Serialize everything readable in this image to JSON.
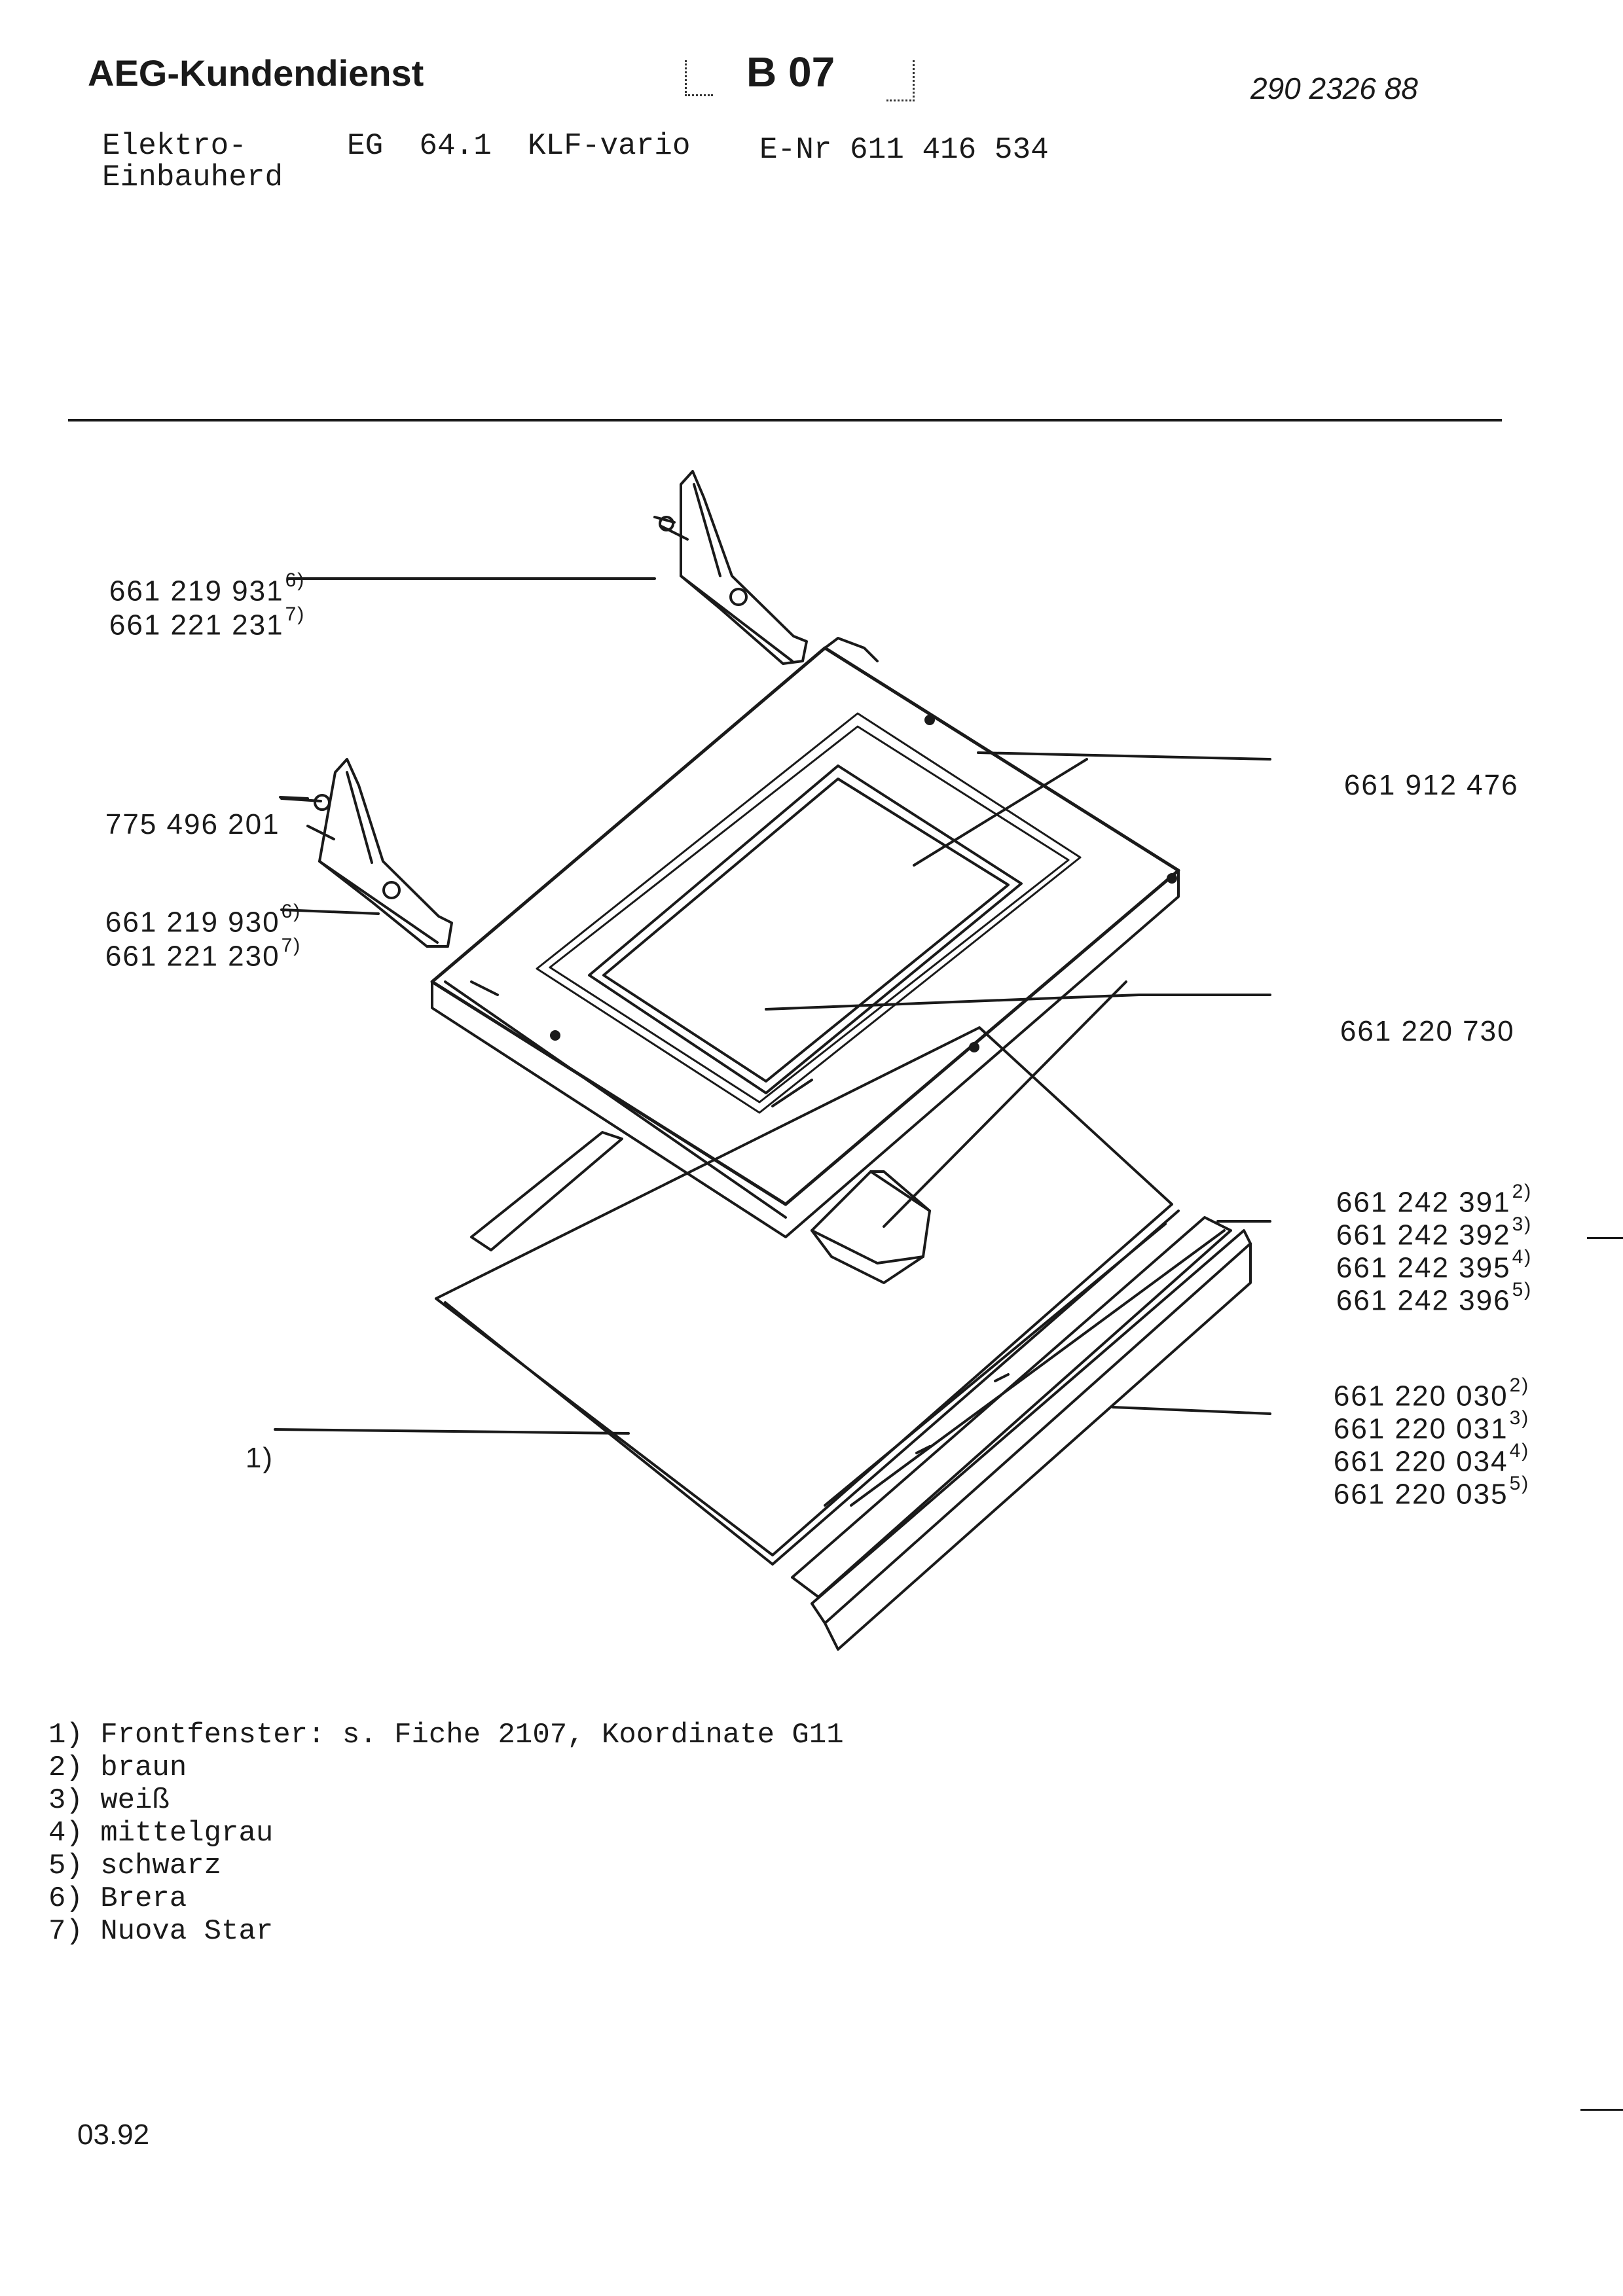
{
  "header": {
    "brand": "AEG-Kundendienst",
    "section_code": "B 07",
    "doc_number": "290 2326 88",
    "product_line1": "Elektro-",
    "product_line2": "Einbauherd",
    "model": "EG  64.1  KLF-vario",
    "e_nr": "E-Nr 611 416 534"
  },
  "part_labels": [
    {
      "id": "hinge-right-a",
      "number": "661 219 931",
      "note": "6)"
    },
    {
      "id": "hinge-right-b",
      "number": "661 221 231",
      "note": "7)"
    },
    {
      "id": "screw",
      "number": "775 496 201",
      "note": ""
    },
    {
      "id": "hinge-left-a",
      "number": "661 219 930",
      "note": "6)"
    },
    {
      "id": "hinge-left-b",
      "number": "661 221 230",
      "note": "7)"
    },
    {
      "id": "door-frame",
      "number": "661 912 476",
      "note": ""
    },
    {
      "id": "door-glass",
      "number": "661 220 730",
      "note": ""
    },
    {
      "id": "handle-a",
      "number": "661 242 391",
      "note": "2)"
    },
    {
      "id": "handle-b",
      "number": "661 242 392",
      "note": "3)"
    },
    {
      "id": "handle-c",
      "number": "661 242 395",
      "note": "4)"
    },
    {
      "id": "handle-d",
      "number": "661 242 396",
      "note": "5)"
    },
    {
      "id": "strip-a",
      "number": "661 220 030",
      "note": "2)"
    },
    {
      "id": "strip-b",
      "number": "661 220 031",
      "note": "3)"
    },
    {
      "id": "strip-c",
      "number": "661 220 034",
      "note": "4)"
    },
    {
      "id": "strip-d",
      "number": "661 220 035",
      "note": "5)"
    },
    {
      "id": "front-window",
      "number": "",
      "note": "1)"
    }
  ],
  "footnotes": [
    {
      "marker": "1)",
      "text": "Frontfenster: s. Fiche 2107, Koordinate G11"
    },
    {
      "marker": "2)",
      "text": "braun"
    },
    {
      "marker": "3)",
      "text": "weiß"
    },
    {
      "marker": "4)",
      "text": "mittelgrau"
    },
    {
      "marker": "5)",
      "text": "schwarz"
    },
    {
      "marker": "6)",
      "text": "Brera"
    },
    {
      "marker": "7)",
      "text": "Nuova Star"
    }
  ],
  "footer": {
    "date": "03.92"
  }
}
